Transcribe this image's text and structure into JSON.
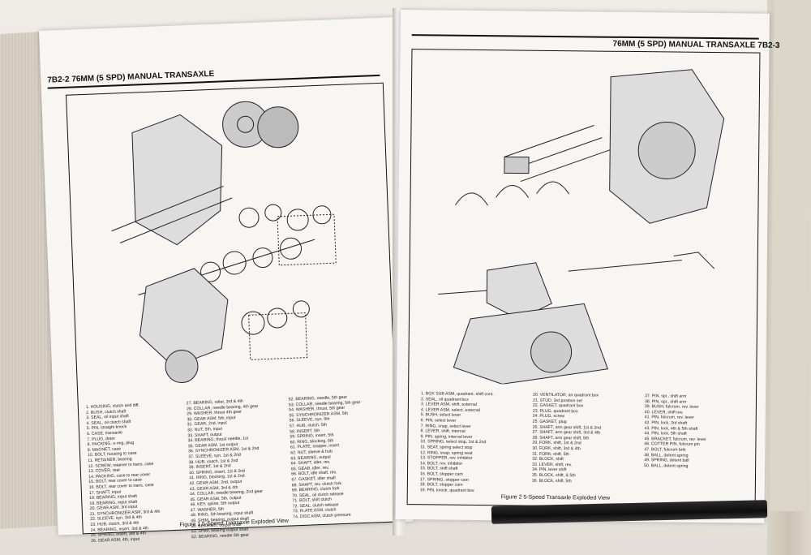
{
  "left_page": {
    "header": "7B2-2   76MM (5 SPD) MANUAL TRANSAXLE",
    "caption": "Figure 1 5-Speed Transaxle Exploded View",
    "legend": [
      [
        "1. HOUSING, clutch and diff.",
        "2. BUSH, clutch shaft",
        "3. SEAL, oil input shaft",
        "4. SEAL, oil clutch shaft",
        "5. PIN, straight knock",
        "6. CASE, transaxle",
        "7. PLUG, drain",
        "8. PACKING, o-ring, plug",
        "9. MAGNET, case",
        "10. BOLT, housing to case",
        "11. RETAINER, bearing",
        "12. SCREW, retainer to trans. case",
        "13. COVER, rear",
        "14. PACKING, case to rear cover",
        "15. BOLT, rear cover to case",
        "16. BOLT, rear cover to trans. case",
        "17. SHAFT, input",
        "18. BEARING, input shaft",
        "19. BEARING, input shaft",
        "20. GEAR ASM, 3rd input",
        "21. SYNCHRONIZER ASM, 3rd & 4th",
        "22. SLEEVE, syn. 3rd & 4th",
        "23. HUB, clutch, 3rd & 4th",
        "24. BEARING, insert, 3rd & 4th",
        "25. SPRING, insert, 3rd & 4th",
        "26. GEAR ASM, 4th, input"
      ],
      [
        "27. BEARING, roller, 3rd & 4th",
        "28. COLLAR, needle bearing, 4th gear",
        "29. WASHER, thrust 4th gear",
        "30. GEAR ASM, 5th, input",
        "31. GEAR, 2nd, input",
        "32. NUT, 5th, input",
        "33. SHAFT, output",
        "34. BEARING, thrust needle, 1st",
        "35. GEAR ASM, 1st output",
        "36. SYNCHRONIZER ASM, 1st & 2nd",
        "37. SLEEVE, syn. 1st & 2nd",
        "38. HUB, clutch, 1st & 2nd",
        "39. INSERT, 1st & 2nd",
        "40. SPRING, insert, 1st & 2nd",
        "41. RING, blocking, 1st & 2nd",
        "42. GEAR ASM, 2nd, output",
        "43. GEAR ASM, 3rd & 4th",
        "44. COLLAR, needle bearing, 2nd gear",
        "45. GEAR ASM, 5th, output",
        "46. KEY, spline, 5th output",
        "47. WASHER, 5th",
        "48. RING, 5th bearing, input shaft",
        "49. SHIM, bearing, output shaft",
        "50. BEARING, output shaft",
        "51. SHIM, bearing output shaft",
        "52. BEARING, needle 5th gear"
      ],
      [
        "52. BEARING, needle, 5th gear",
        "53. COLLAR, needle bearing, 5th gear",
        "54. WASHER, thrust, 5th gear",
        "55. SYNCHRONIZER ASM, 5th",
        "56. SLEEVE, syn. 5th",
        "57. HUB, clutch, 5th",
        "58. INSERT, 5th",
        "59. SPRING, insert, 5th",
        "60. RING, blocking, 5th",
        "61. PLATE, stopper, insert",
        "62. NUT, sleeve & hub",
        "63. BEARING, output",
        "64. SHAFT, idler, rev.",
        "65. GEAR, idler, rev.",
        "66. BOLT, idle shaft, rev.",
        "67. GASKET, idler shaft",
        "68. SHAFT, rev. clutch fork",
        "69. BEARING, clutch fork",
        "70. SEAL, oil clutch release",
        "71. BOLT, shift clutch",
        "72. SEAL, clutch release",
        "73. PLATE ASM, clutch",
        "74. DISC ASM, clutch pressure"
      ]
    ]
  },
  "right_page": {
    "header": "76MM (5 SPD) MANUAL TRANSAXLE 7B2-3",
    "caption": "Figure 2 5-Speed Transaxle Exploded View",
    "legend": [
      [
        "1. BOX SUB ASM, quadrant, shift cont.",
        "2. SEAL, oil quadrant box",
        "3. LEVER ASM, shift, external",
        "4. LEVER ASM, select, external",
        "5. BUSH, select lever",
        "6. PIN, select lever",
        "7. RING, snap, select lever",
        "8. LEVER, shift, internal",
        "9. PIN, spring, internal lever",
        "10. SPRING, select stop, 1st & 2nd",
        "11. SEAT, spring select stop",
        "12. RING, snap, spring seat",
        "13. STOPPER, rev. inhibitor",
        "14. BOLT, rev. inhibitor",
        "15. BOLT, shift shaft",
        "16. BOLT, stopper cam",
        "17. SPRING, stopper cam",
        "18. BOLT, stopper cam",
        "19. PIN, knock, quadrant box"
      ],
      [
        "20. VENTILATOR, air quadrant box",
        "21. STUD, 3rd position set",
        "22. GASKET, quadrant box",
        "23. PLUG, quadrant box",
        "24. PLUG, screw",
        "25. GASKET, plug",
        "26. SHAFT, arm gear shift, 1st & 2nd",
        "27. SHAFT, arm gear shift, 3rd & 4th",
        "28. SHAFT, arm gear shift, 5th",
        "29. FORK, shift, 1st & 2nd",
        "30. FORK, shift, 3rd & 4th",
        "31. FORK, shift, 5th",
        "32. BLOCK, shift",
        "33. LEVER, shift, rev.",
        "34. PIN, lever shift",
        "35. BLOCK, shift, & 5th",
        "36. BLOCK, shift, 5th"
      ],
      [
        "37. PIN, spr., shift arm",
        "38. PIN, spr., shift arm",
        "39. BUSH, fulcrum, rev. lever",
        "40. LEVER, shift rev.",
        "41. PIN, fulcrum, rev. lever",
        "42. PIN, lock, 3rd shaft",
        "43. PIN, lock, 4th & 5th shaft",
        "44. PIN, lock, 5th shaft",
        "45. BRACKET, fulcrum, rev. lever",
        "46. COTTER PIN, fulcrum pin",
        "47. BOLT, fulcrum brkt",
        "48. BALL, detent spring",
        "49. SPRING, detent ball",
        "50. BALL, detent spring"
      ]
    ]
  }
}
